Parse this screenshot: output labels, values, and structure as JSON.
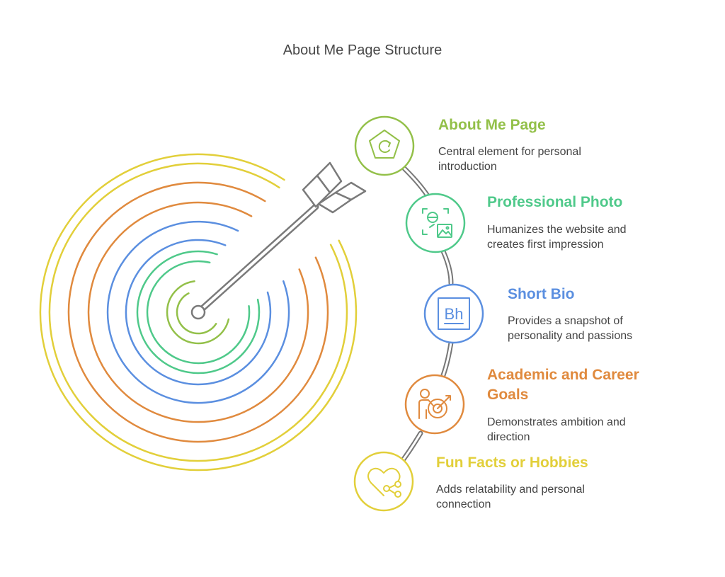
{
  "title": "About Me Page Structure",
  "colors": {
    "yellow": "#e2cf3a",
    "orange": "#e08a3e",
    "blue": "#5b8fe0",
    "green": "#4fc98a",
    "lime": "#93c049",
    "arrow": "#8a8a8a"
  },
  "items": [
    {
      "title": "About Me Page",
      "desc": "Central element for personal introduction",
      "color": "#93c049",
      "icon": "pentagon-refresh-icon"
    },
    {
      "title": "Professional Photo",
      "desc": "Humanizes the website and creates first impression",
      "color": "#4fc98a",
      "icon": "photo-user-icon"
    },
    {
      "title": "Short Bio",
      "desc": "Provides a snapshot of personality and passions",
      "color": "#5b8fe0",
      "icon": "bio-badge-icon",
      "icon_text": "Bh"
    },
    {
      "title": "Academic and Career Goals",
      "desc": "Demonstrates ambition and direction",
      "color": "#e08a3e",
      "icon": "person-target-icon"
    },
    {
      "title": "Fun Facts or Hobbies",
      "desc": "Adds relatability and personal connection",
      "color": "#e2cf3a",
      "icon": "heart-share-icon"
    }
  ]
}
